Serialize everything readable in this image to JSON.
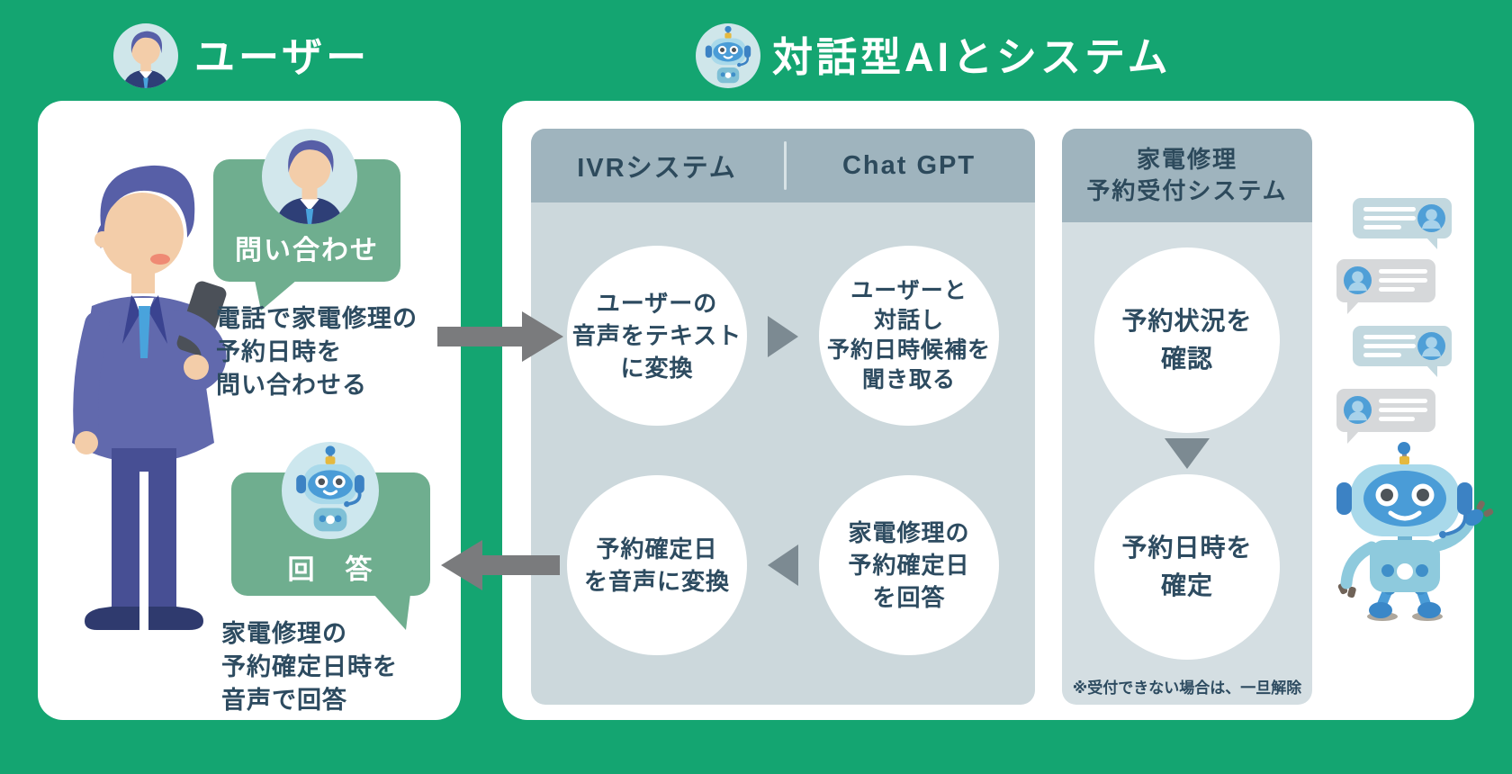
{
  "palette": {
    "background_green": "#14a571",
    "panel_white": "#ffffff",
    "speech_bubble_green": "#6fae8f",
    "box_body_gray_blue": "#ccd8dc",
    "box_body_light": "#d4dee2",
    "box_header_gray": "#9fb4be",
    "text_dark_navy": "#2d4b60",
    "arrow_gray": "#7a7b7d",
    "triangle_gray": "#7c8a92",
    "chat_bubble_blue": "#c2d8df",
    "chat_bubble_gray": "#d6d8da",
    "chat_avatar_blue": "#4f9fd7"
  },
  "header": {
    "user_label": "ユーザー",
    "ai_label": "対話型AIとシステム"
  },
  "user_panel": {
    "inquiry_bubble_label": "問い合わせ",
    "inquiry_lines": [
      "電話で家電修理の",
      "予約日時を",
      "問い合わせる"
    ],
    "answer_bubble_label": "回　答",
    "answer_lines": [
      "家電修理の",
      "予約確定日時を",
      "音声で回答"
    ]
  },
  "system_panel": {
    "ivr_box": {
      "header_left": "IVRシステム",
      "header_right": "Chat GPT",
      "circle_voice_to_text": [
        "ユーザーの",
        "音声をテキスト",
        "に変換"
      ],
      "circle_dialogue": [
        "ユーザーと",
        "対話し",
        "予約日時候補を",
        "聞き取る"
      ],
      "circle_text_to_voice": [
        "予約確定日",
        "を音声に変換"
      ],
      "circle_answer_date": [
        "家電修理の",
        "予約確定日",
        "を回答"
      ]
    },
    "reservation_box": {
      "header_lines": [
        "家電修理",
        "予約受付システム"
      ],
      "circle_check_status": [
        "予約状況を",
        "確認"
      ],
      "circle_fix_datetime": [
        "予約日時を",
        "確定"
      ],
      "note": "※受付できない場合は、一旦解除"
    }
  }
}
